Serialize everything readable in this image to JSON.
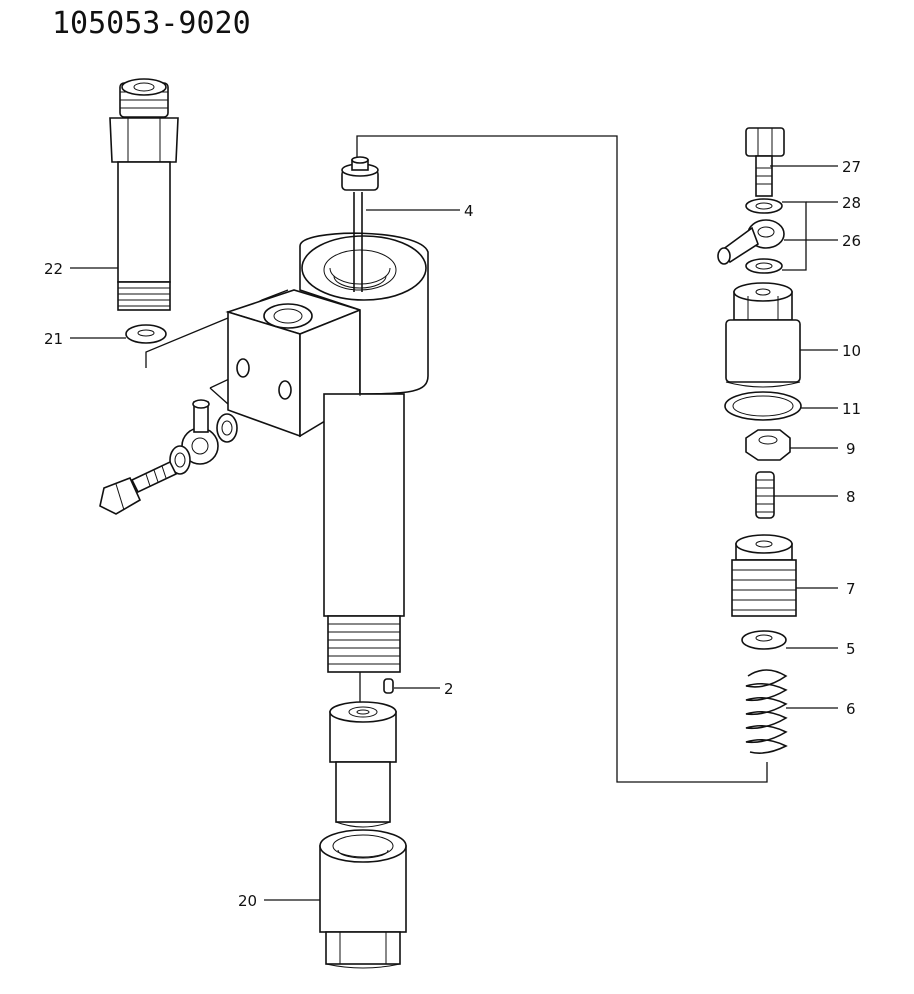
{
  "title": "105053-9020",
  "callouts": [
    {
      "id": "c27",
      "text": "27"
    },
    {
      "id": "c28",
      "text": "28"
    },
    {
      "id": "c26",
      "text": "26"
    },
    {
      "id": "c4",
      "text": "4"
    },
    {
      "id": "c22",
      "text": "22"
    },
    {
      "id": "c21",
      "text": "21"
    },
    {
      "id": "c10",
      "text": "10"
    },
    {
      "id": "c11",
      "text": "11"
    },
    {
      "id": "c9",
      "text": "9"
    },
    {
      "id": "c8",
      "text": "8"
    },
    {
      "id": "c7",
      "text": "7"
    },
    {
      "id": "c5",
      "text": "5"
    },
    {
      "id": "c6",
      "text": "6"
    },
    {
      "id": "c2",
      "text": "2"
    },
    {
      "id": "c20",
      "text": "20"
    }
  ]
}
